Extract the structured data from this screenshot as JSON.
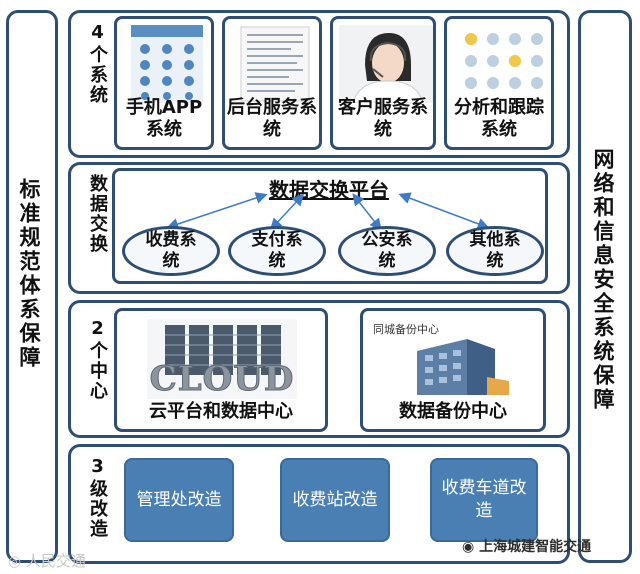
{
  "left_pillar": {
    "label": "标准规范体系保障"
  },
  "right_pillar": {
    "label": "网络和信息安全系统保障"
  },
  "row_systems": {
    "label": "4个系统",
    "cards": [
      {
        "title": "手机APP系统",
        "icon": "phone-app-screenshot"
      },
      {
        "title": "后台服务系统",
        "icon": "table-document"
      },
      {
        "title": "客户服务系统",
        "icon": "headset-agent-photo"
      },
      {
        "title": "分析和跟踪系统",
        "icon": "chart-icons"
      }
    ]
  },
  "row_exchange": {
    "label": "数据交换",
    "platform": "数据交换平台",
    "nodes": [
      "收费系统",
      "支付系统",
      "公安系统",
      "其他系统"
    ]
  },
  "row_centers": {
    "label": "2个中心",
    "cloud": {
      "title": "云平台和数据中心",
      "image_text": "CLOUD"
    },
    "backup": {
      "title": "数据备份中心",
      "image_text": "同城备份中心"
    }
  },
  "row_upgrades": {
    "label": "3级改造",
    "boxes": [
      "管理处改造",
      "收费站改造",
      "收费车道改造"
    ]
  },
  "watermarks": {
    "left": "人民交通",
    "right": "上海城建智能交通"
  },
  "colors": {
    "frame": "#2e4e74",
    "box_fill": "#4a7fb3",
    "arrow": "#3f7cc7"
  }
}
